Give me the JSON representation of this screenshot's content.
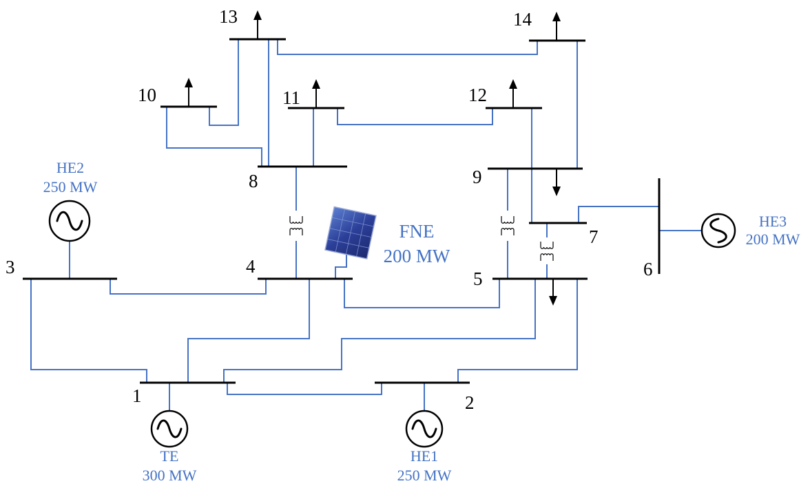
{
  "colors": {
    "bus": "#000000",
    "line": "#4472C4",
    "label_generator": "#4472C4",
    "label_bus": "#000000",
    "panel": "#2E4A9E"
  },
  "buses": [
    {
      "id": "1",
      "label": "1"
    },
    {
      "id": "2",
      "label": "2"
    },
    {
      "id": "3",
      "label": "3"
    },
    {
      "id": "4",
      "label": "4"
    },
    {
      "id": "5",
      "label": "5"
    },
    {
      "id": "6",
      "label": "6"
    },
    {
      "id": "7",
      "label": "7"
    },
    {
      "id": "8",
      "label": "8"
    },
    {
      "id": "9",
      "label": "9"
    },
    {
      "id": "10",
      "label": "10"
    },
    {
      "id": "11",
      "label": "11"
    },
    {
      "id": "12",
      "label": "12"
    },
    {
      "id": "13",
      "label": "13"
    },
    {
      "id": "14",
      "label": "14"
    }
  ],
  "generators": {
    "te": {
      "name": "TE",
      "capacity": "300 MW",
      "bus": "1",
      "icon": "ac-generator-icon"
    },
    "he1": {
      "name": "HE1",
      "capacity": "250 MW",
      "bus": "2",
      "icon": "ac-generator-icon"
    },
    "he2": {
      "name": "HE2",
      "capacity": "250 MW",
      "bus": "3",
      "icon": "ac-generator-icon"
    },
    "he3": {
      "name": "HE3",
      "capacity": "200 MW",
      "bus": "6",
      "icon": "synchronous-condenser-icon"
    }
  },
  "solar": {
    "name": "FNE",
    "capacity": "200 MW",
    "bus": "4",
    "icon": "solar-panel-icon"
  },
  "loads": [
    "10",
    "11",
    "12",
    "13",
    "14",
    "9",
    "5"
  ],
  "transformers": [
    {
      "from": "4",
      "to": "8"
    },
    {
      "from": "5",
      "to": "9"
    },
    {
      "from": "5",
      "to": "7"
    }
  ],
  "branches": [
    {
      "from": "1",
      "to": "2"
    },
    {
      "from": "1",
      "to": "3"
    },
    {
      "from": "1",
      "to": "4"
    },
    {
      "from": "1",
      "to": "5"
    },
    {
      "from": "2",
      "to": "5"
    },
    {
      "from": "3",
      "to": "4"
    },
    {
      "from": "4",
      "to": "5"
    },
    {
      "from": "6",
      "to": "7"
    },
    {
      "from": "7",
      "to": "12"
    },
    {
      "from": "8",
      "to": "10"
    },
    {
      "from": "8",
      "to": "11"
    },
    {
      "from": "8",
      "to": "13"
    },
    {
      "from": "9",
      "to": "14"
    },
    {
      "from": "10",
      "to": "13"
    },
    {
      "from": "11",
      "to": "12"
    },
    {
      "from": "13",
      "to": "14"
    }
  ]
}
